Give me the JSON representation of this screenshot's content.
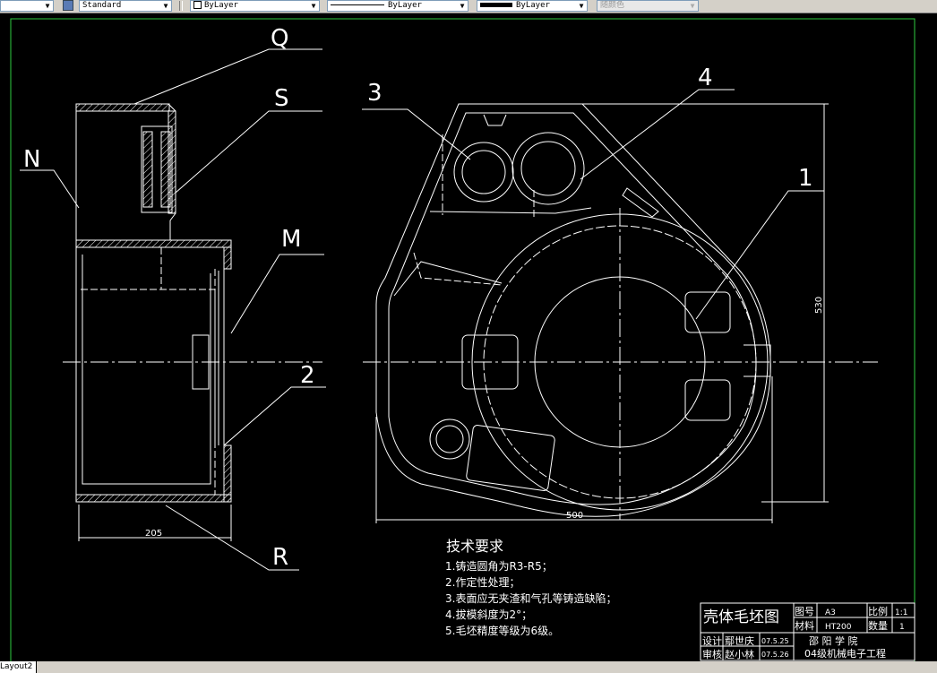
{
  "toolbar": {
    "text_style": "Standard",
    "layer": "ByLayer",
    "linetype": "ByLayer",
    "lineweight": "ByLayer",
    "plot_color": "随颜色"
  },
  "drawing": {
    "balloons": {
      "q": "Q",
      "s": "S",
      "n": "N",
      "m": "M",
      "two": "2",
      "r": "R",
      "three": "3",
      "four": "4",
      "one": "1"
    },
    "dims": {
      "left_width": "205",
      "right_width": "500",
      "right_height": "530"
    },
    "notes": {
      "title": "技术要求",
      "items": [
        "1.铸造圆角为R3-R5；",
        "2.作定性处理；",
        "3.表面应无夹渣和气孔等铸造缺陷；",
        "4.拔模斜度为2°；",
        "5.毛坯精度等级为6级。"
      ]
    },
    "title_block": {
      "part_name": "壳体毛坯图",
      "drawing_no_label": "图号",
      "drawing_no": "A3",
      "scale_label": "比例",
      "scale": "1:1",
      "material_label": "材料",
      "material": "HT200",
      "quantity_label": "数量",
      "quantity": "1",
      "designer_label": "设计",
      "designer": "鄢世庆",
      "design_date": "07.5.25",
      "reviewer_label": "审核",
      "reviewer": "赵小林",
      "review_date": "07.5.26",
      "school": "邵 阳 学 院",
      "department": "04级机械电子工程"
    }
  },
  "status": {
    "layout_tab": "Layout2"
  },
  "colors": {
    "background": "#000000",
    "lines": "#ffffff",
    "border": "#2ecc40"
  }
}
